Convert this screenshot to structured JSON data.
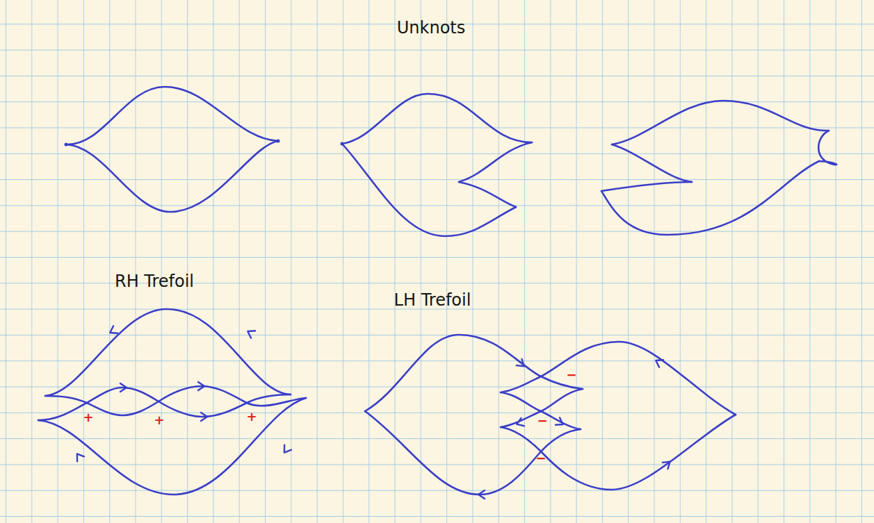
{
  "diagram": {
    "labels": [
      "Unknots",
      "RH Trefoil",
      "LH Trefoil",
      "+",
      "+",
      "+",
      "−",
      "−",
      "−"
    ]
  }
}
